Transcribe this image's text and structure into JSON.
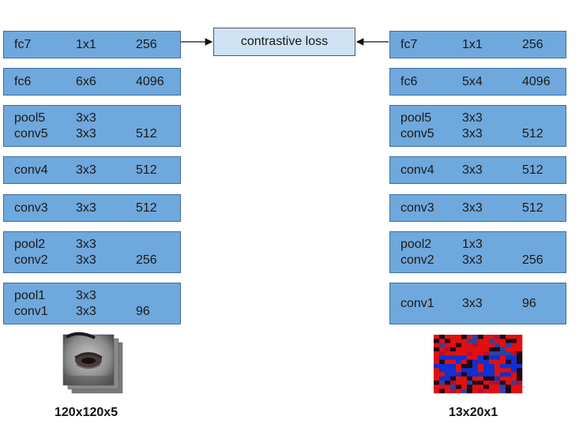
{
  "loss_label": "contrastive loss",
  "left": {
    "caption": "120x120x5",
    "fc7": {
      "name": "fc7",
      "kernel": "1x1",
      "channels": "256"
    },
    "fc6": {
      "name": "fc6",
      "kernel": "6x6",
      "channels": "4096"
    },
    "pool5conv5": {
      "pool": "pool5",
      "pool_kernel": "3x3",
      "conv": "conv5",
      "conv_kernel": "3x3",
      "channels": "512"
    },
    "conv4": {
      "name": "conv4",
      "kernel": "3x3",
      "channels": "512"
    },
    "conv3": {
      "name": "conv3",
      "kernel": "3x3",
      "channels": "512"
    },
    "pool2conv2": {
      "pool": "pool2",
      "pool_kernel": "3x3",
      "conv": "conv2",
      "conv_kernel": "3x3",
      "channels": "256"
    },
    "pool1conv1": {
      "pool": "pool1",
      "pool_kernel": "3x3",
      "conv": "conv1",
      "conv_kernel": "3x3",
      "channels": "96"
    }
  },
  "right": {
    "caption": "13x20x1",
    "fc7": {
      "name": "fc7",
      "kernel": "1x1",
      "channels": "256"
    },
    "fc6": {
      "name": "fc6",
      "kernel": "5x4",
      "channels": "4096"
    },
    "pool5conv5": {
      "pool": "pool5",
      "pool_kernel": "3x3",
      "conv": "conv5",
      "conv_kernel": "3x3",
      "channels": "512"
    },
    "conv4": {
      "name": "conv4",
      "kernel": "3x3",
      "channels": "512"
    },
    "conv3": {
      "name": "conv3",
      "kernel": "3x3",
      "channels": "512"
    },
    "pool2conv2": {
      "pool": "pool2",
      "pool_kernel": "1x3",
      "conv": "conv2",
      "conv_kernel": "3x3",
      "channels": "256"
    },
    "conv1": {
      "name": "conv1",
      "kernel": "3x3",
      "channels": "96"
    }
  },
  "colors": {
    "layer_fill": "#6fa8dc",
    "loss_fill": "#cfe2f3",
    "heat_red": "#e01010",
    "heat_blue": "#1030d0",
    "heat_dark": "#200818"
  }
}
